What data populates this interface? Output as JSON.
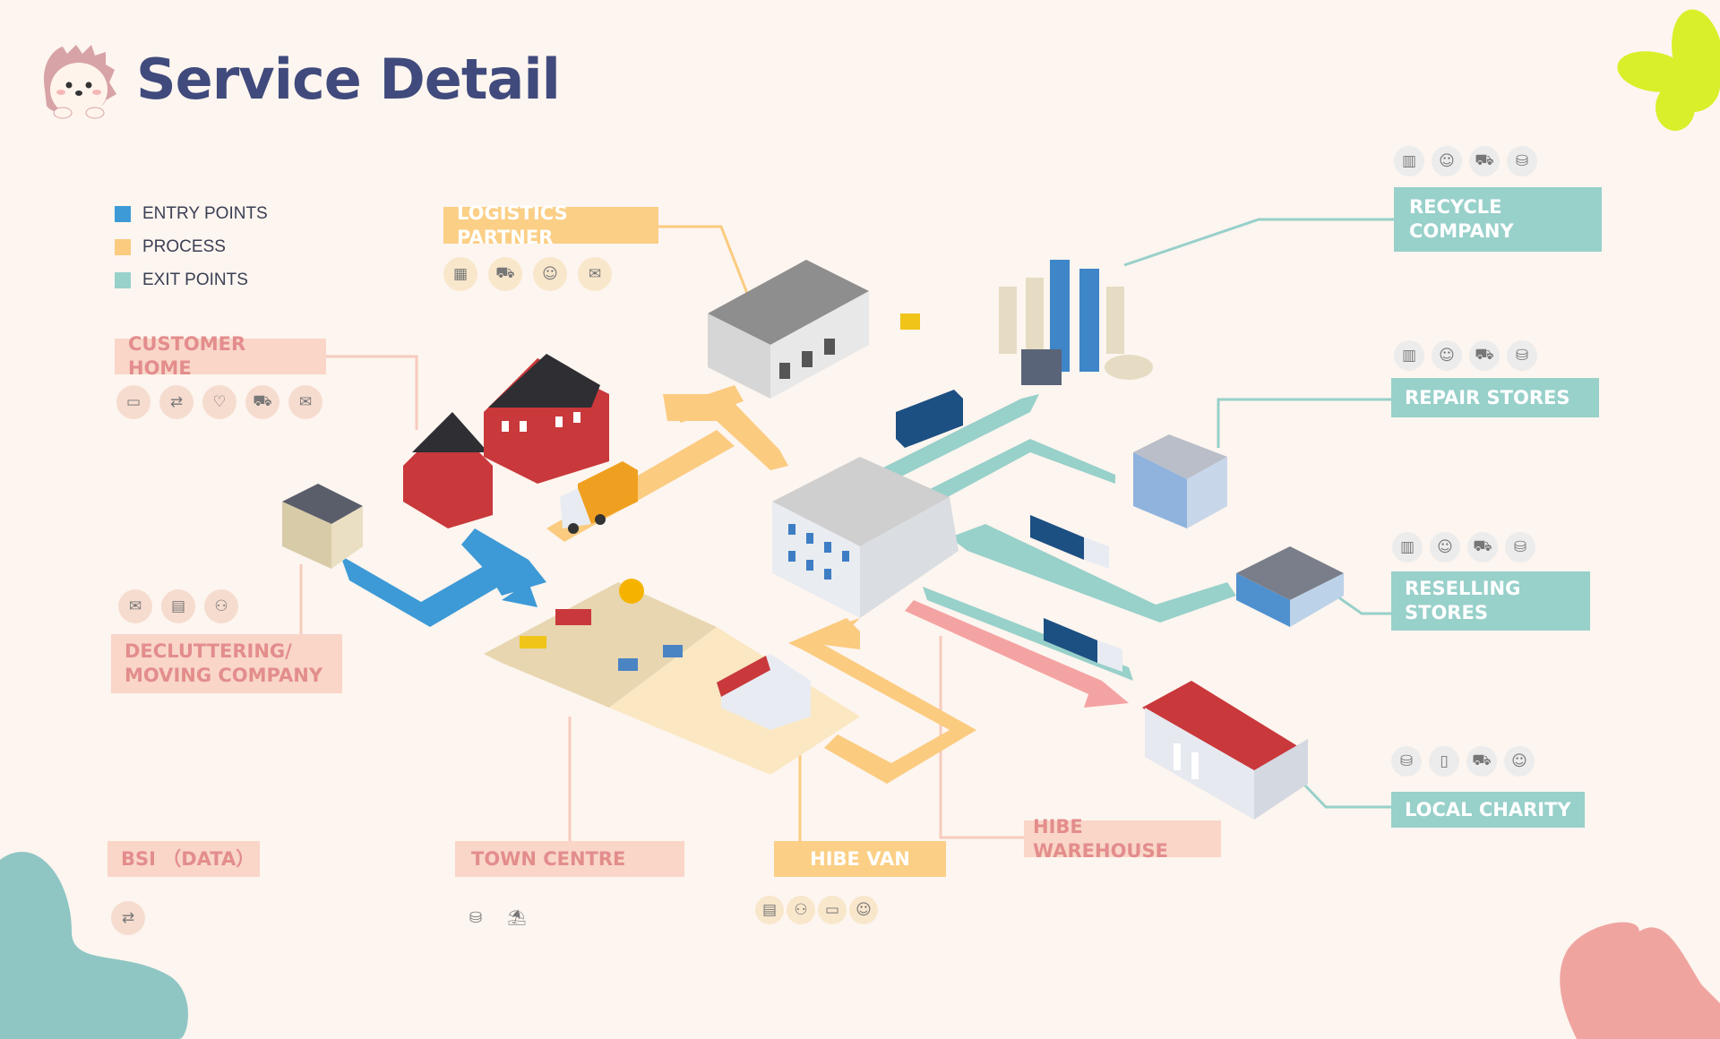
{
  "header": {
    "title": "Service Detail",
    "logo_icon": "hedgehog-icon"
  },
  "legend": [
    {
      "label": "ENTRY POINTS",
      "color": "#3d9ad6"
    },
    {
      "label": "PROCESS",
      "color": "#fbcb80"
    },
    {
      "label": "EXIT POINTS",
      "color": "#98d0ca"
    }
  ],
  "colors": {
    "entry": "#3d9ad6",
    "process": "#fbcb80",
    "exit": "#98d0ca",
    "waste": "#f4a3a3",
    "title": "#404a7c",
    "background": "#fdf5ef"
  },
  "nodes": {
    "customer_home": {
      "label": "CUSTOMER HOME",
      "icons": [
        "computer-icon",
        "exchange-icon",
        "charity-hands-icon",
        "delivery-truck-icon",
        "mail-icon"
      ]
    },
    "decluttering": {
      "label": "DECLUTTERING/\nMOVING COMPANY",
      "icons": [
        "mail-icon",
        "document-icon",
        "meeting-icon"
      ]
    },
    "logistics_partner": {
      "label": "LOGISTICS PARTNER",
      "icons": [
        "spreadsheet-icon",
        "delivery-truck-icon",
        "courier-icon",
        "chat-icon"
      ]
    },
    "bsi": {
      "label": "BSI （DATA）",
      "icons": [
        "data-transfer-icon"
      ]
    },
    "town_centre": {
      "label": "TOWN CENTRE",
      "icons": [
        "coins-icon",
        "market-stall-icon"
      ]
    },
    "hibe_van": {
      "label": "HIBE VAN",
      "icons": [
        "document-icon",
        "meeting-icon",
        "screen-icon",
        "user-check-icon"
      ]
    },
    "hibe_warehouse": {
      "label": "HIBE WAREHOUSE"
    },
    "recycle_company": {
      "label": "RECYCLE\nCOMPANY",
      "icons": [
        "bin-icon",
        "user-icon",
        "delivery-truck-icon",
        "coins-icon"
      ]
    },
    "repair_stores": {
      "label": "REPAIR STORES",
      "icons": [
        "bin-icon",
        "user-icon",
        "delivery-truck-icon",
        "coins-icon"
      ]
    },
    "reselling_stores": {
      "label": "RESELLING\nSTORES",
      "icons": [
        "bin-icon",
        "user-icon",
        "delivery-truck-icon",
        "coins-icon"
      ]
    },
    "local_charity": {
      "label": "LOCAL CHARITY",
      "icons": [
        "coins-icon",
        "phone-icon",
        "delivery-truck-icon",
        "user-icon"
      ]
    }
  }
}
